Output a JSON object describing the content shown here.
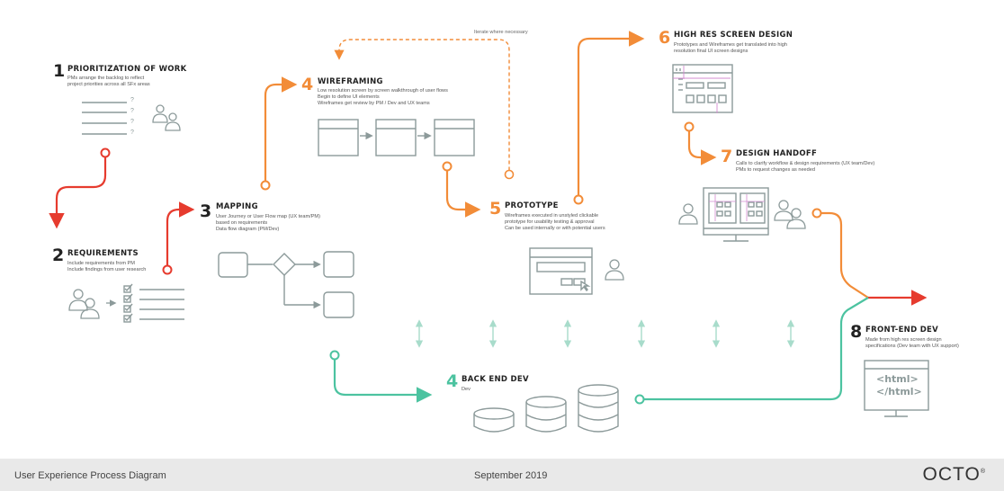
{
  "steps": [
    {
      "num": "1",
      "title": "PRIORITIZATION OF WORK",
      "desc": [
        "PMs arrange the backlog to reflect",
        "project priorities across all SFx areas"
      ]
    },
    {
      "num": "2",
      "title": "REQUIREMENTS",
      "desc": [
        "Include requirements from PM",
        "Include findings from user research"
      ]
    },
    {
      "num": "3",
      "title": "MAPPING",
      "desc": [
        "User Journey or User Flow map (UX team/PM)",
        "based on requirements",
        "Data flow diagram (PM/Dev)"
      ]
    },
    {
      "num": "4",
      "title": "WIREFRAMING",
      "desc": [
        "Low resolution screen by screen walkthrough of user flows",
        "Begin to define UI elements",
        "Wireframes get review by PM / Dev and UX teams"
      ]
    },
    {
      "num": "5",
      "title": "PROTOTYPE",
      "desc": [
        "Wireframes executed in unstyled clickable",
        "prototype for usability testing & approval",
        "Can be used internally or with potential users"
      ]
    },
    {
      "num": "6",
      "title": "HIGH RES SCREEN DESIGN",
      "desc": [
        "Prototypes and Wireframes get translated into high",
        "resolution final UI screen designs"
      ]
    },
    {
      "num": "7",
      "title": "DESIGN HANDOFF",
      "desc": [
        "Calls to clarify workflow & design requirements (UX team/Dev)",
        "PMs to request changes as needed"
      ]
    },
    {
      "num": "8",
      "title": "FRONT-END DEV",
      "desc": [
        "Made from high res screen design",
        "specifications (Dev team with UX support)"
      ]
    },
    {
      "num": "4",
      "title": "BACK END DEV",
      "desc": [
        "Dev"
      ]
    }
  ],
  "iterate_label": "Iterate where necessary",
  "question_marks": [
    "?",
    "?",
    "?",
    "?"
  ],
  "html_code": [
    "<html>",
    "</html>"
  ],
  "colors": {
    "orange": "#f28c38",
    "red": "#e63b2e",
    "teal": "#4cc3a0",
    "gray": "#8c9a9a"
  },
  "footer": {
    "title": "User Experience Process Diagram",
    "date": "September 2019",
    "logo": "OCTO",
    "logo_mark": "®"
  }
}
